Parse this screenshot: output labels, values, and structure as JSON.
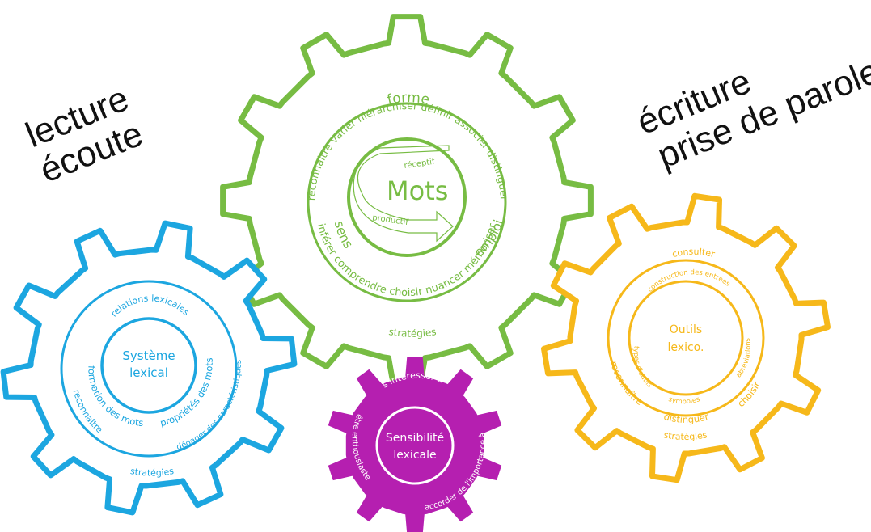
{
  "corner_labels": {
    "left_line1": "lecture",
    "left_line2": "écoute",
    "right_line1": "écriture",
    "right_line2": "prise de parole"
  },
  "gears": {
    "mots": {
      "color": "#77bc43",
      "center_label": "Mots",
      "arrow_top": "réceptif",
      "arrow_bottom": "productif",
      "inner_forme": "forme",
      "inner_sens": "sens",
      "inner_emploi": "emploi",
      "ring_top": "reconnaître  varier  hiérarchiser définir  associer  distinguer",
      "ring_bottom": "inférer  comprendre  choisir  nuancer  mémoriser",
      "outer_label": "stratégies"
    },
    "systeme": {
      "color": "#1ca6e0",
      "center_line1": "Système",
      "center_line2": "lexical",
      "relations": "relations lexicales",
      "formation": "formation des mots",
      "proprietes": "propriétés des mots",
      "caracteristiques": "dégager des caractéristiques",
      "reconnaitre": "reconnaître",
      "outer_label": "stratégies"
    },
    "outils": {
      "color": "#f6b81a",
      "center_line1": "Outils",
      "center_line2": "lexico.",
      "consulter": "consulter",
      "construction": "construction des entrées",
      "types": "types d'outils",
      "abreviations": "abréviations",
      "symboles": "symboles",
      "reconnaitre": "reconnaître",
      "choisir": "choisir",
      "distinguer": "distinguer",
      "outer_label": "stratégies"
    },
    "sensibilite": {
      "color": "#b51fb0",
      "center_line1": "Sensibilité",
      "center_line2": "lexicale",
      "interesser": "s'intéresser à",
      "enthousiaste": "être enthousiaste",
      "importance": "accorder de l'importance à"
    }
  }
}
